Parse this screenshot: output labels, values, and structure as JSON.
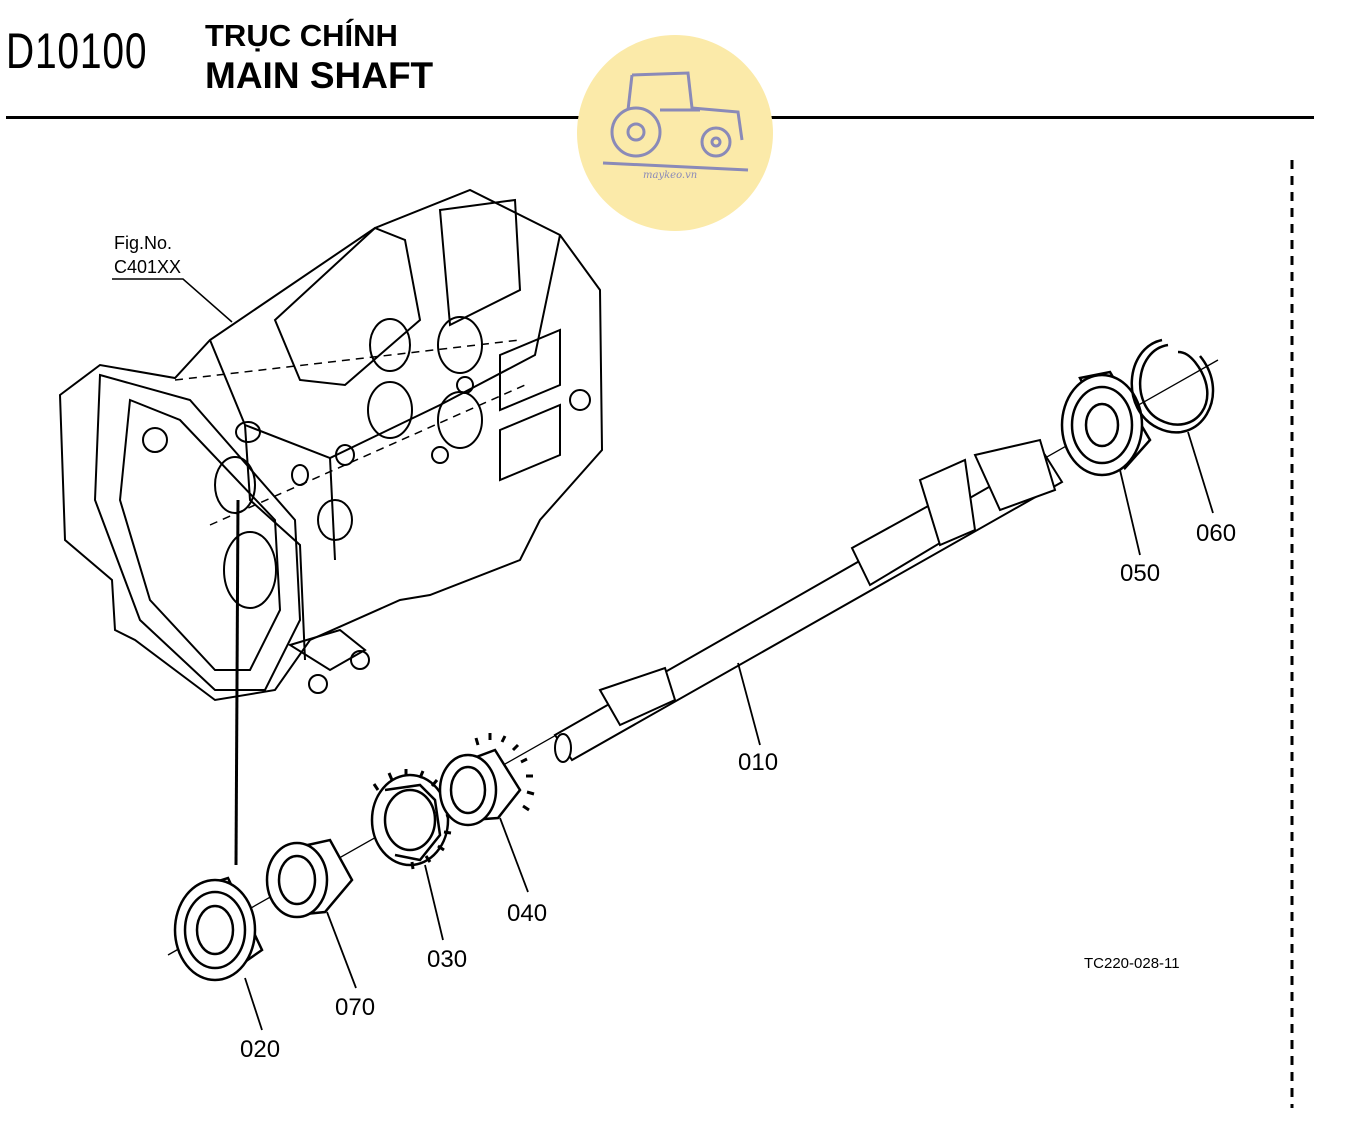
{
  "header": {
    "code": "D10100",
    "title_vi": "TRỤC CHÍNH",
    "title_en": "MAIN SHAFT"
  },
  "figure": {
    "fig_no_label": "Fig.No.",
    "fig_ref": "C401XX",
    "ref_code": "TC220-028-11"
  },
  "parts": [
    {
      "id": "010",
      "name": "main-shaft"
    },
    {
      "id": "020",
      "name": "front-ball-bearing"
    },
    {
      "id": "030",
      "name": "helical-gear"
    },
    {
      "id": "040",
      "name": "spur-gear"
    },
    {
      "id": "050",
      "name": "rear-ball-bearing"
    },
    {
      "id": "060",
      "name": "snap-ring"
    },
    {
      "id": "070",
      "name": "spacer-collar"
    }
  ],
  "watermark": {
    "text": "maykeo.vn",
    "icon": "tractor-icon",
    "color": "#fbeaa9"
  }
}
